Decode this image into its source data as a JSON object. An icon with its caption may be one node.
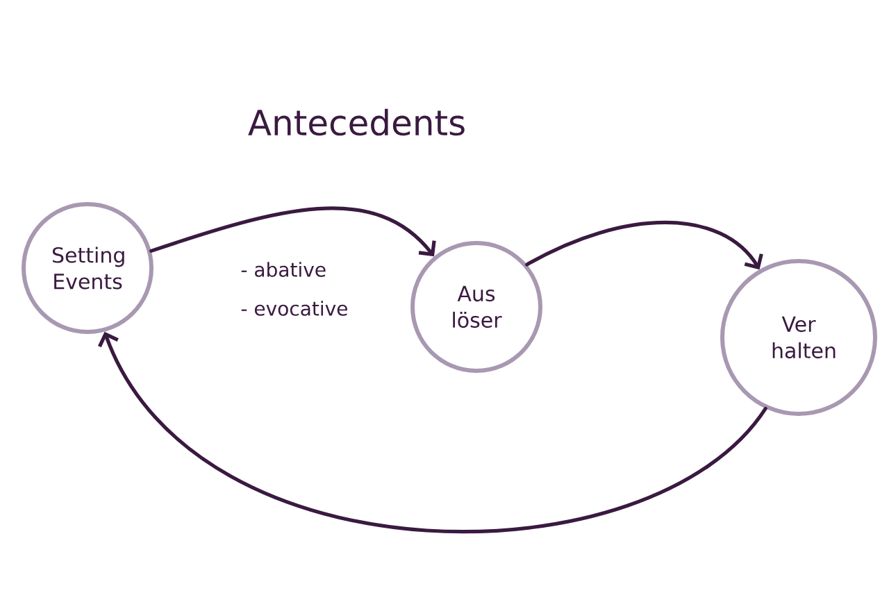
{
  "diagram": {
    "title": "Antecedents",
    "nodes": [
      {
        "text": [
          "Setting Events"
        ]
      },
      {
        "text": [
          "Aus löser"
        ]
      },
      {
        "text": [
          "Ver halten"
        ]
      }
    ],
    "edges": [
      {
        "from": 0,
        "to": 1,
        "arrow": "to"
      },
      {
        "from": 1,
        "to": 2,
        "arrow": "to"
      },
      {
        "from": 2,
        "to": 0,
        "arrow": "to"
      }
    ],
    "labels": [
      "- abative",
      "- evocative"
    ]
  }
}
